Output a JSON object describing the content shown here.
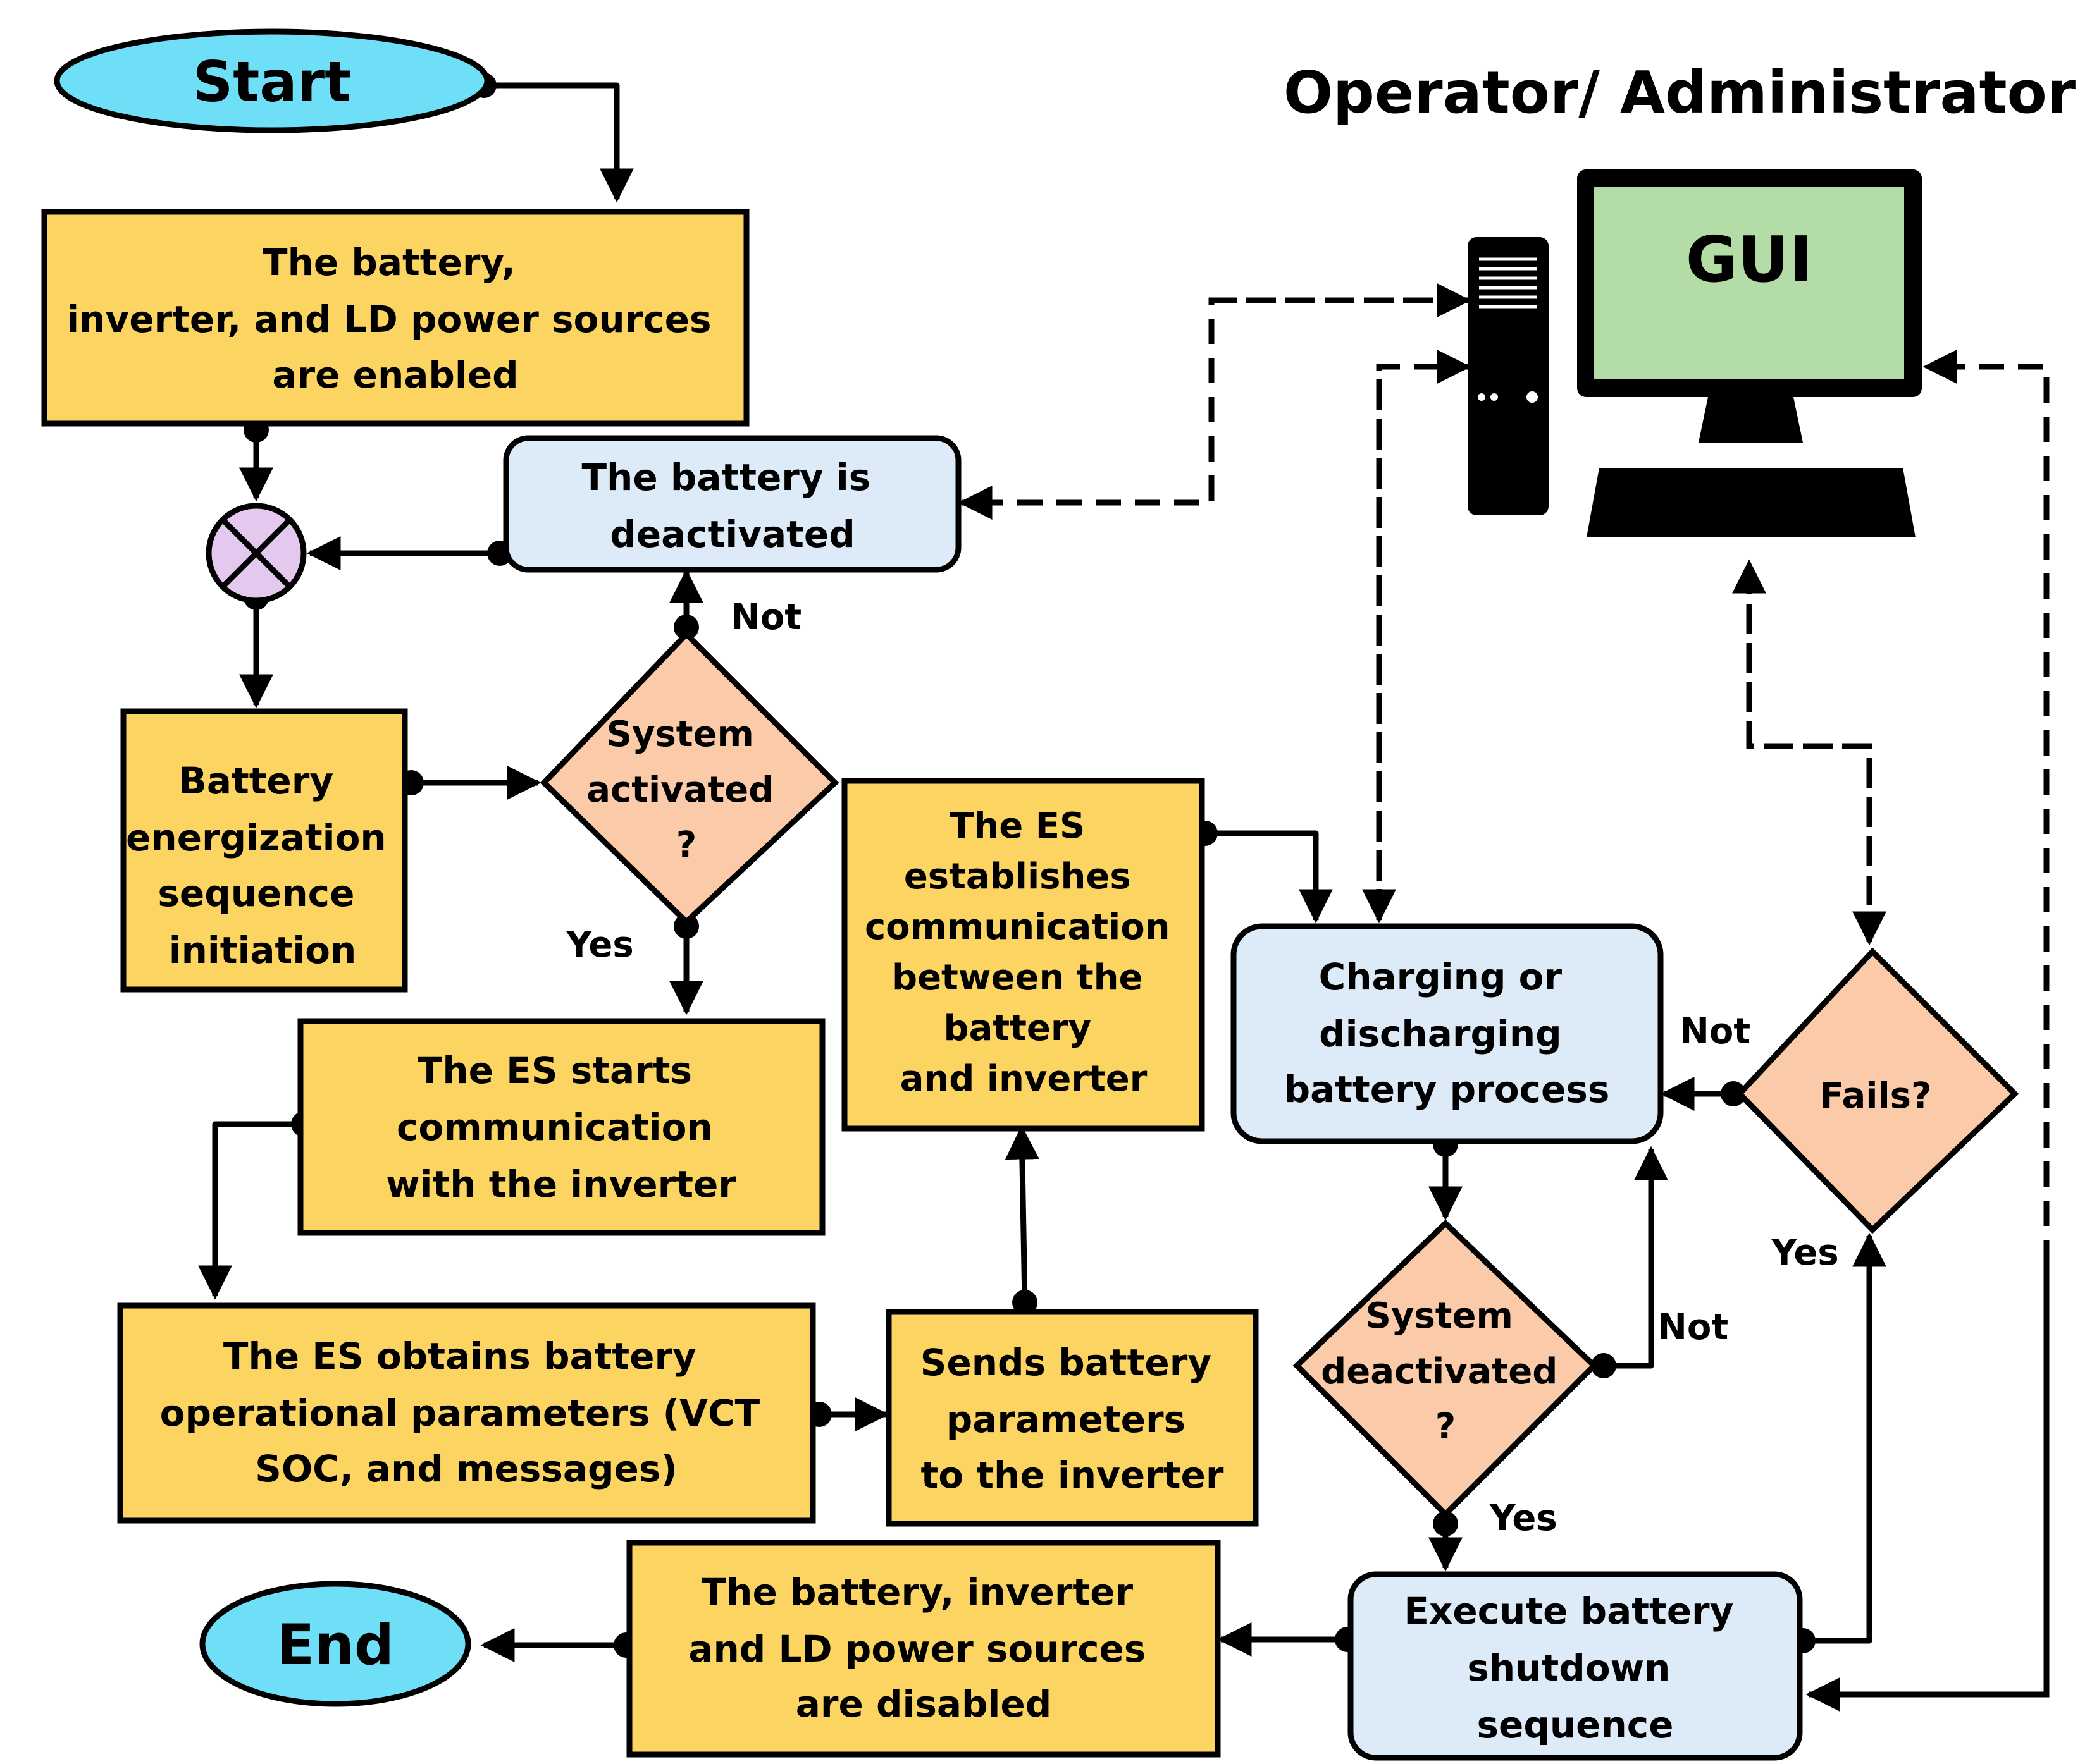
{
  "title": "Operator/ Administrator",
  "start": "Start",
  "end": "End",
  "gui": "GUI",
  "colors": {
    "process": "#fcd462",
    "state": "#dcebf7",
    "decision": "#fbcba9",
    "terminal": "#6fdff7",
    "junction": "#e3c9ee",
    "screen": "#b3dca6"
  },
  "nodes": {
    "enable": [
      "The battery,",
      "inverter, and LD power sources",
      "are enabled"
    ],
    "deactivated": [
      "The battery is",
      "deactivated"
    ],
    "energization": [
      "Battery",
      "energization",
      "sequence",
      "initiation"
    ],
    "system_activated": [
      "System",
      "activated",
      "?"
    ],
    "es_starts": [
      "The ES starts",
      "communication",
      "with the inverter"
    ],
    "es_establishes": [
      "The ES",
      "establishes",
      "communication",
      "between the",
      "battery",
      "and inverter"
    ],
    "obtains": [
      "The ES obtains battery",
      "operational parameters (VCT",
      "SOC, and messages)"
    ],
    "sends": [
      "Sends battery",
      "parameters",
      "to the inverter"
    ],
    "charging": [
      "Charging or",
      "discharging",
      "battery process"
    ],
    "fails": [
      "Fails?"
    ],
    "system_deactivated": [
      "System",
      "deactivated",
      "?"
    ],
    "shutdown": [
      "Execute battery",
      "shutdown",
      "sequence"
    ],
    "disable": [
      "The battery, inverter",
      "and LD power sources",
      "are disabled"
    ]
  },
  "edge_labels": {
    "not_activated": "Not",
    "yes_activated": "Yes",
    "not_fails": "Not",
    "yes_fails": "Yes",
    "not_deactivated": "Not",
    "yes_deactivated": "Yes"
  },
  "icons": {
    "summing_junction": "summing-junction-x",
    "tower": "computer-tower-icon",
    "monitor": "monitor-icon",
    "keyboard": "keyboard-icon"
  }
}
